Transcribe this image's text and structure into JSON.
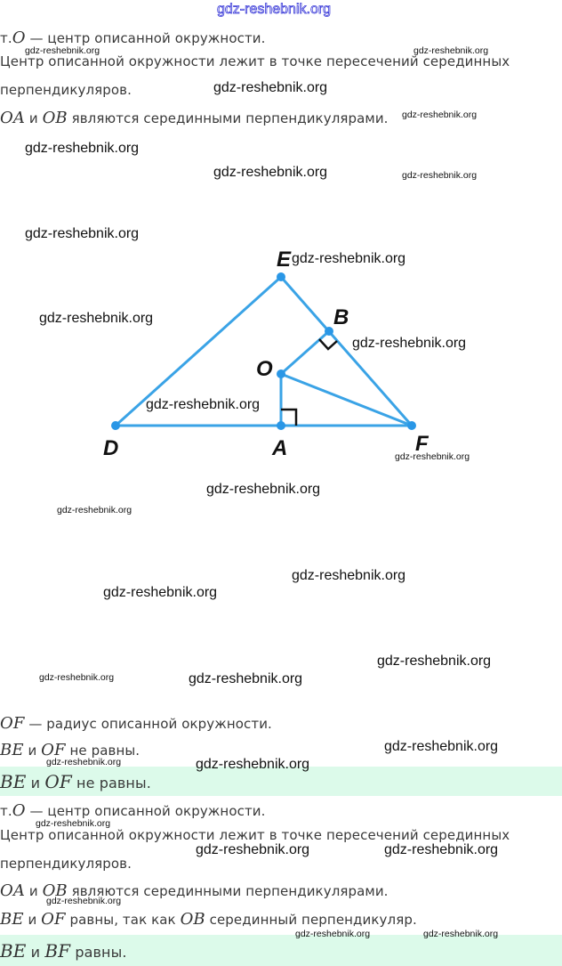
{
  "block1": {
    "l1": [
      "т.",
      "O",
      " — центр описанной окружности."
    ],
    "l2": "Центр описанной окружности лежит в точке пересечений серединных",
    "l3": "перпендикуляров.",
    "l4": [
      "OA",
      " и ",
      "OB",
      " являются серединными перпендикулярами."
    ]
  },
  "diagram": {
    "labels": {
      "E": "E",
      "B": "B",
      "O": "O",
      "D": "D",
      "A": "A",
      "F": "F"
    },
    "line_color": "#3aa3e6"
  },
  "block2": {
    "l1": [
      "OF",
      " — радиус описанной окружности."
    ],
    "l2": [
      "BE",
      " и ",
      "OF",
      " не равны."
    ],
    "answer": [
      "BE",
      " и ",
      "OF",
      " не равны."
    ]
  },
  "block3": {
    "l1": [
      "т.",
      "O",
      " — центр описанной окружности."
    ],
    "l2": "Центр описанной окружности лежит в точке пересечений серединных",
    "l3": "перпендикуляров.",
    "l4": [
      "OA",
      " и ",
      "OB",
      " являются серединными перпендикулярами."
    ],
    "l5": [
      "BE",
      " и ",
      "OF",
      " равны, так как ",
      "OB",
      " серединный перпендикуляр."
    ],
    "answer": [
      "BE",
      " и ",
      "BF",
      " равны."
    ]
  },
  "highlight_color": "#dcfaea",
  "watermark": "gdz-reshebnik.org"
}
